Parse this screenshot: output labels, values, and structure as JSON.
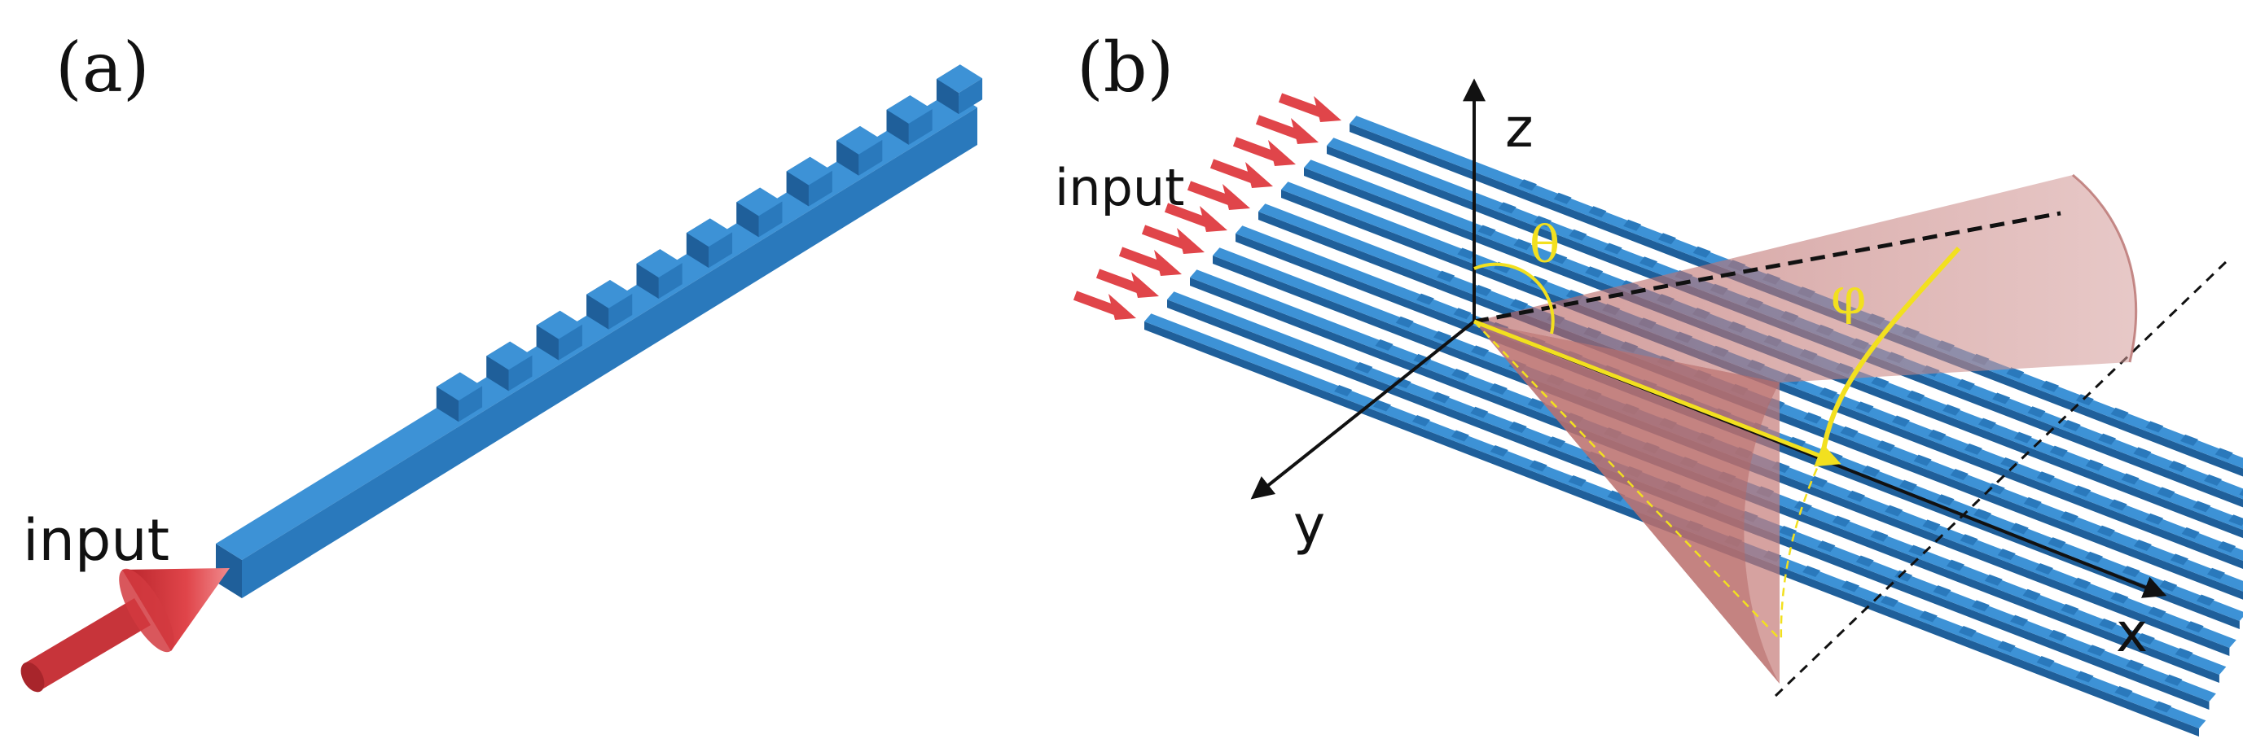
{
  "panel_a": {
    "label": "(a)",
    "input_label": "input"
  },
  "panel_b": {
    "label": "(b)",
    "input_label": "input",
    "axes": {
      "x": "x",
      "y": "y",
      "z": "z"
    },
    "angles": {
      "theta": "θ",
      "phi": "φ"
    }
  },
  "colors": {
    "waveguide_top": "#3d92d6",
    "waveguide_side": "#2a79bc",
    "waveguide_dark": "#1f5f9a",
    "input_arrow": "#e0454a",
    "beam_cone": "#c47a78",
    "angle_marks": "#f2e01f",
    "axes": "#111111"
  },
  "icons": {
    "input_arrow": "red-arrow-icon",
    "beam": "emission-cone-icon"
  }
}
